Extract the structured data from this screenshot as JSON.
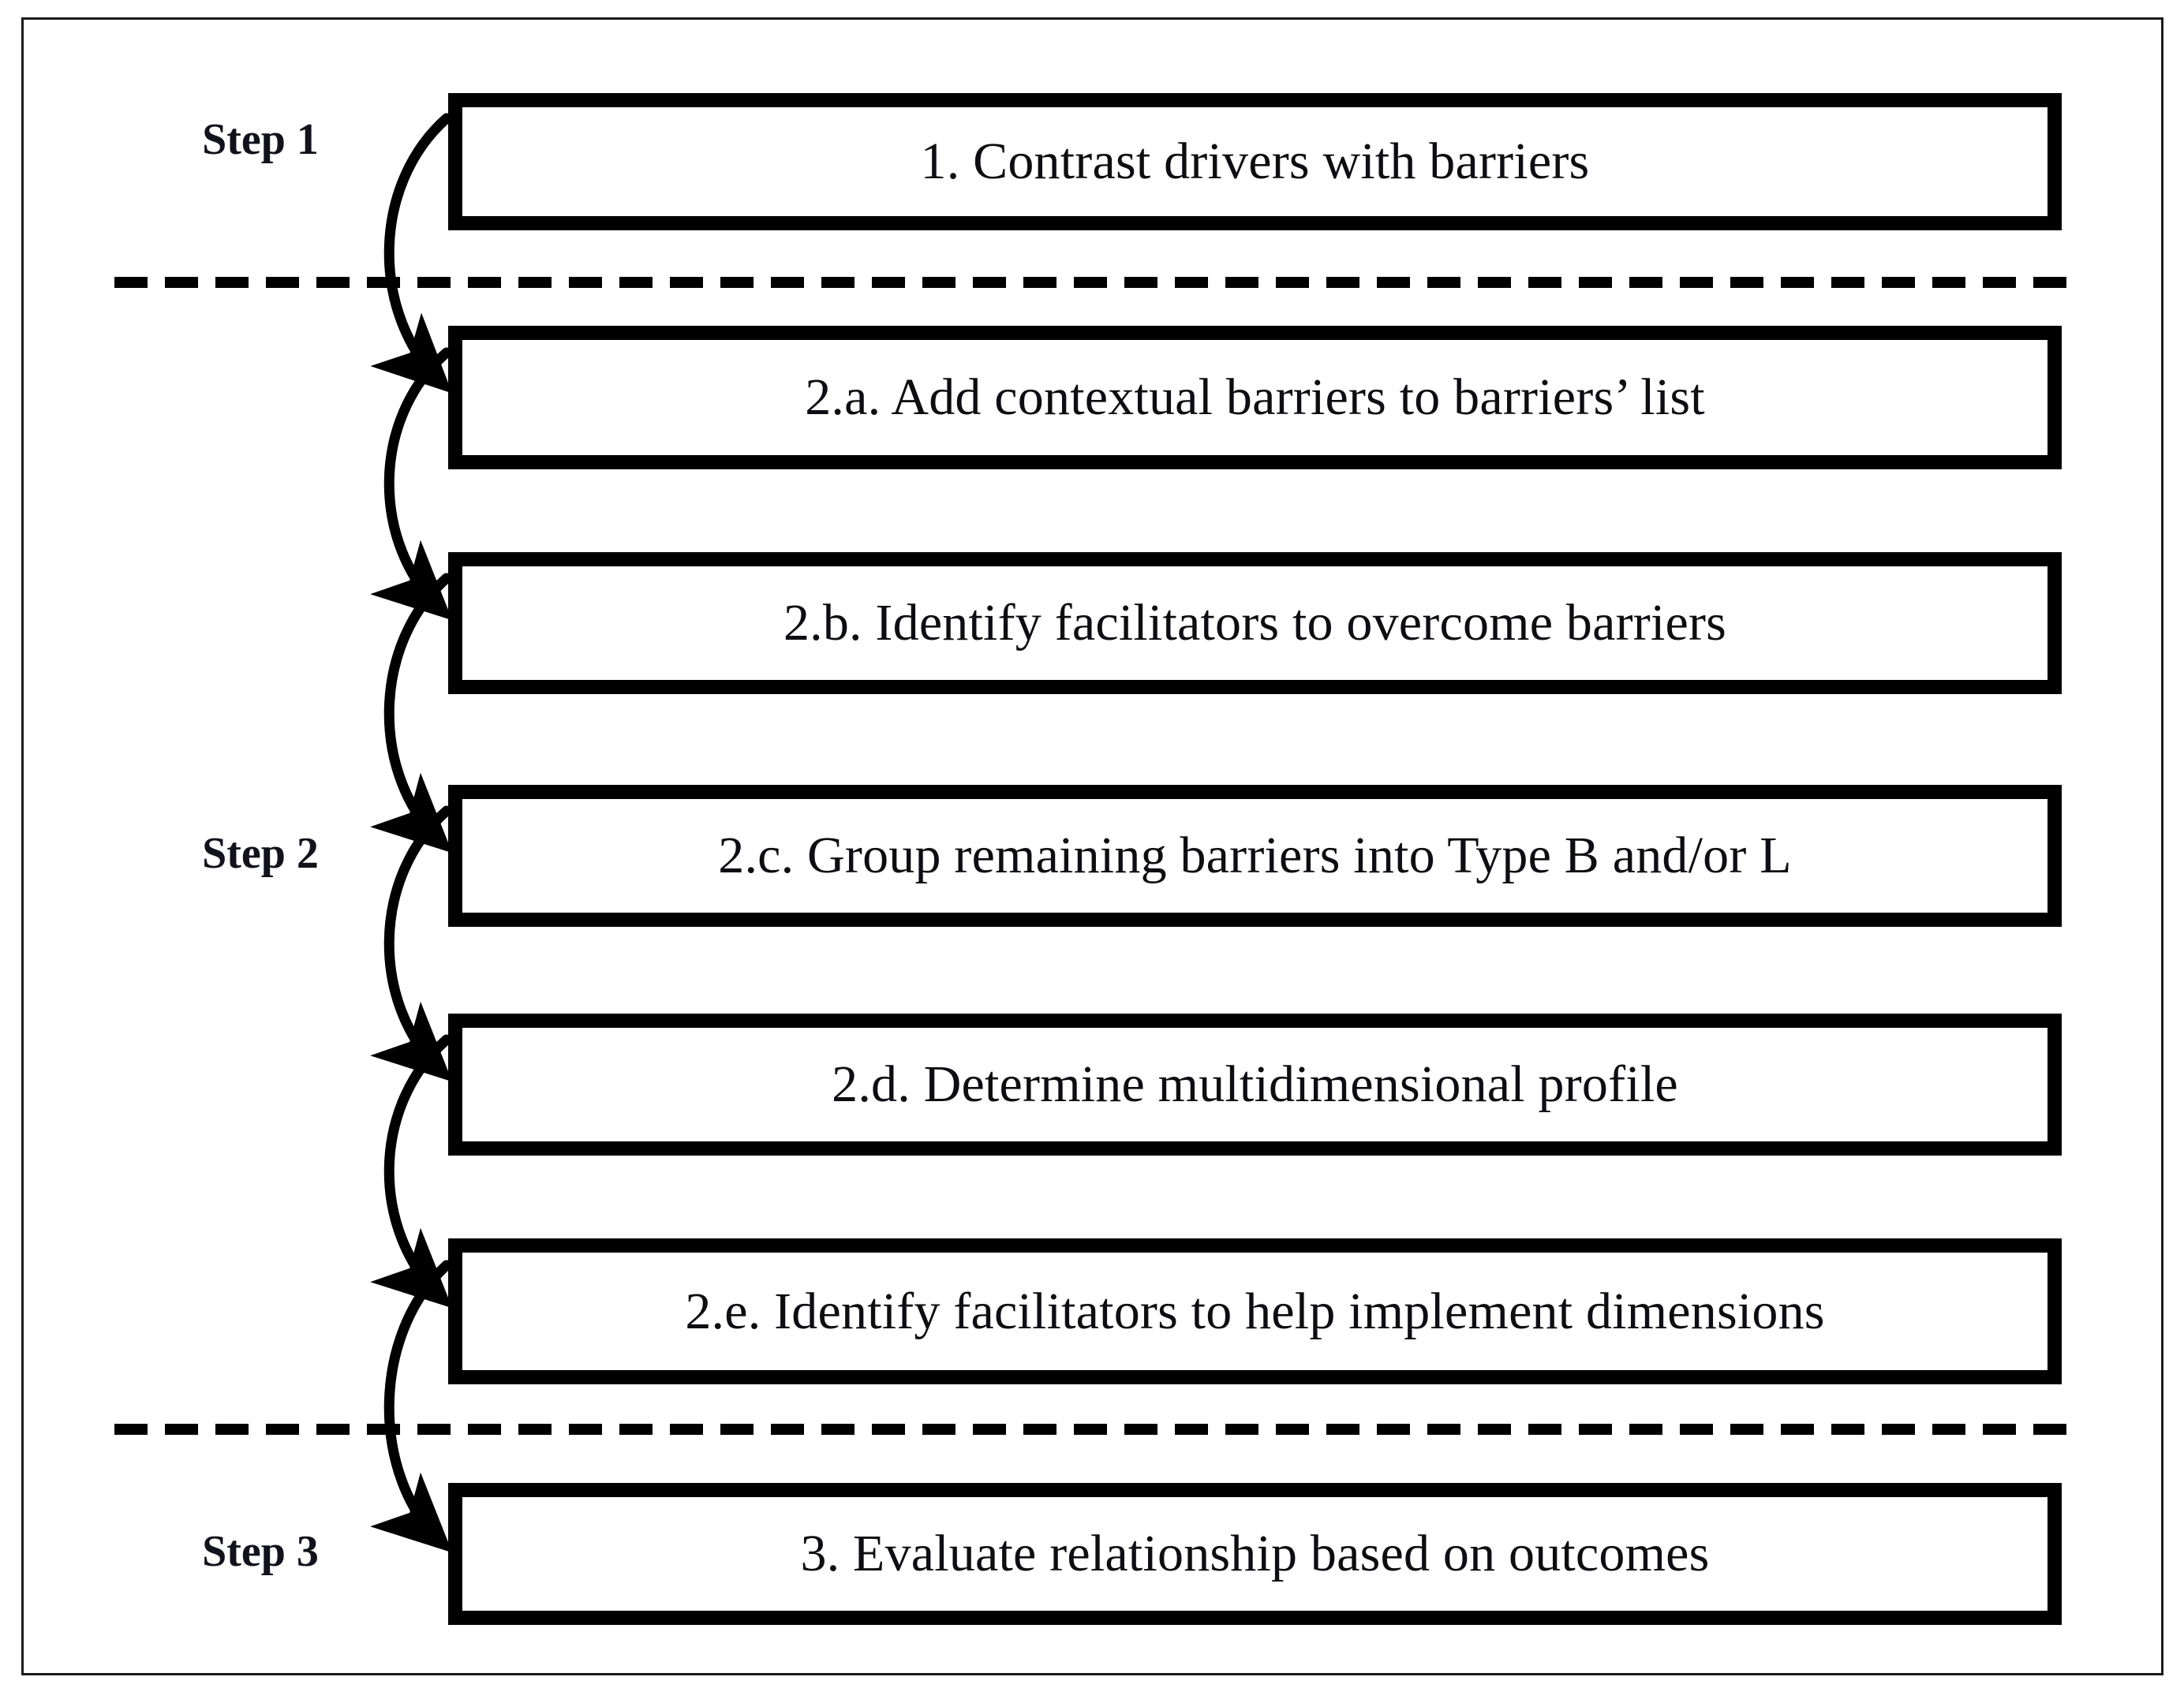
{
  "figure": {
    "title": "Three-step procedure flowchart",
    "frame_color": "#1a1a1a",
    "box_border_color": "#000000",
    "text_color": "#0d0d12",
    "background": "#ffffff"
  },
  "steps": [
    {
      "id": "step-1",
      "label": "Step 1"
    },
    {
      "id": "step-2",
      "label": "Step 2"
    },
    {
      "id": "step-3",
      "label": "Step 3"
    }
  ],
  "boxes": [
    {
      "id": "box-1",
      "step": "Step 1",
      "label": "1. Contrast drivers with barriers"
    },
    {
      "id": "box-2a",
      "step": "Step 2",
      "label": "2.a. Add contextual barriers to barriers’ list"
    },
    {
      "id": "box-2b",
      "step": "Step 2",
      "label": "2.b. Identify facilitators to overcome barriers"
    },
    {
      "id": "box-2c",
      "step": "Step 2",
      "label": "2.c. Group remaining barriers into Type B and/or L"
    },
    {
      "id": "box-2d",
      "step": "Step 2",
      "label": "2.d. Determine multidimensional profile"
    },
    {
      "id": "box-2e",
      "step": "Step 2",
      "label": "2.e. Identify facilitators to help implement dimensions"
    },
    {
      "id": "box-3",
      "step": "Step 3",
      "label": "3. Evaluate relationship based on outcomes"
    }
  ],
  "separators": [
    {
      "id": "divider-step1-step2",
      "style": "dashed"
    },
    {
      "id": "divider-step2-step3",
      "style": "dashed"
    }
  ],
  "connectors": [
    {
      "from": "box-1",
      "to": "box-2a",
      "style": "curved-arrow"
    },
    {
      "from": "box-2a",
      "to": "box-2b",
      "style": "curved-arrow"
    },
    {
      "from": "box-2b",
      "to": "box-2c",
      "style": "curved-arrow"
    },
    {
      "from": "box-2c",
      "to": "box-2d",
      "style": "curved-arrow"
    },
    {
      "from": "box-2d",
      "to": "box-2e",
      "style": "curved-arrow"
    },
    {
      "from": "box-2e",
      "to": "box-3",
      "style": "curved-arrow"
    }
  ]
}
